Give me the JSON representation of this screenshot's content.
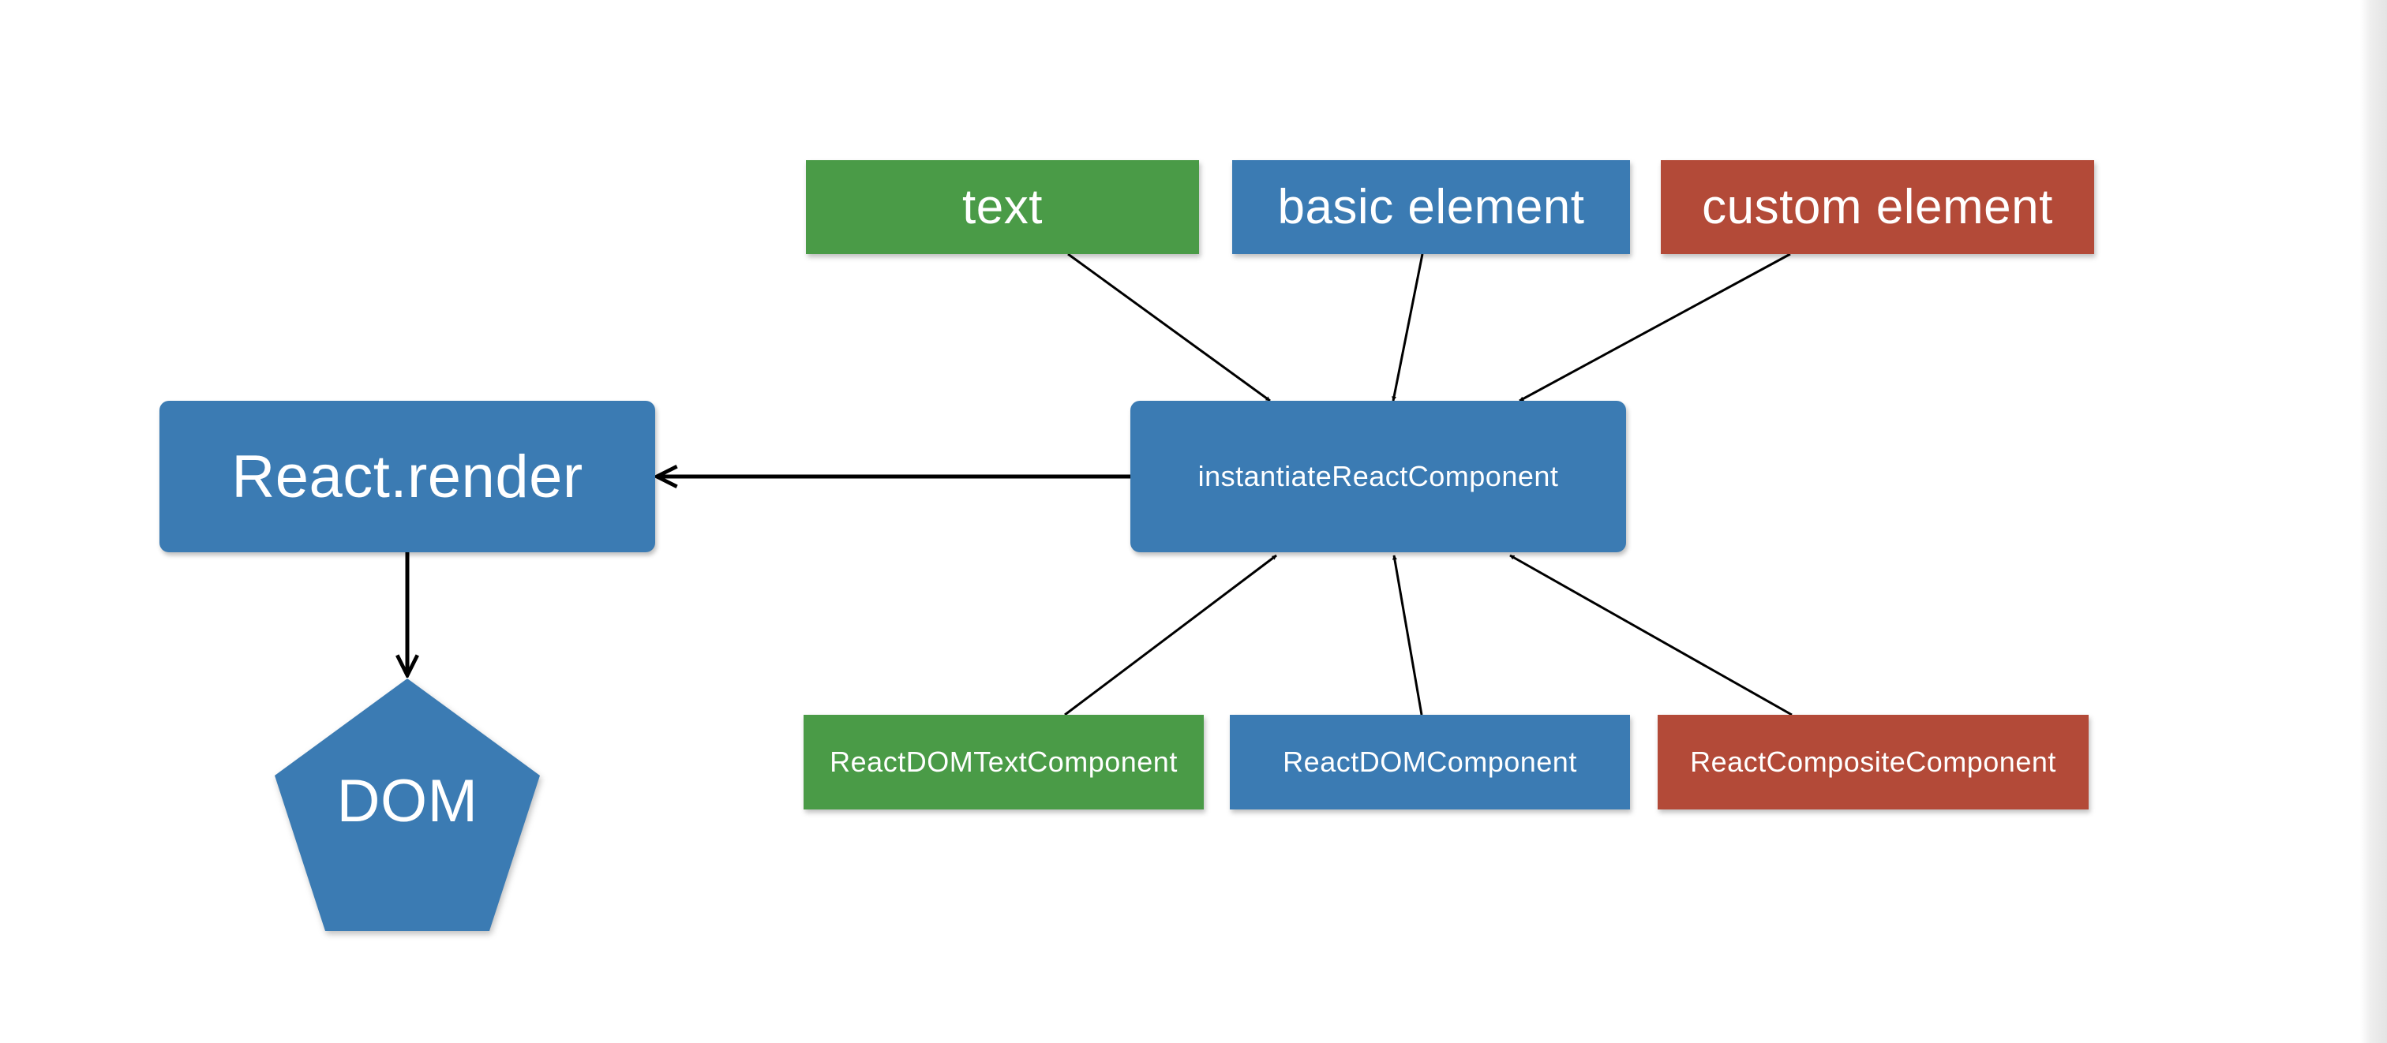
{
  "colors": {
    "green": "#4a9b47",
    "blue": "#3b7bb3",
    "red": "#b34a38"
  },
  "nodes": {
    "text": "text",
    "basic_element": "basic element",
    "custom_element": "custom element",
    "react_render": "React.render",
    "instantiate": "instantiateReactComponent",
    "react_dom_text_component": "ReactDOMTextComponent",
    "react_dom_component": "ReactDOMComponent",
    "react_composite_component": "ReactCompositeComponent",
    "dom": "DOM"
  },
  "edges": [
    {
      "from": "text",
      "to": "instantiateReactComponent"
    },
    {
      "from": "basic element",
      "to": "instantiateReactComponent"
    },
    {
      "from": "custom element",
      "to": "instantiateReactComponent"
    },
    {
      "from": "ReactDOMTextComponent",
      "to": "instantiateReactComponent"
    },
    {
      "from": "ReactDOMComponent",
      "to": "instantiateReactComponent"
    },
    {
      "from": "ReactCompositeComponent",
      "to": "instantiateReactComponent"
    },
    {
      "from": "instantiateReactComponent",
      "to": "React.render"
    },
    {
      "from": "React.render",
      "to": "DOM"
    }
  ]
}
